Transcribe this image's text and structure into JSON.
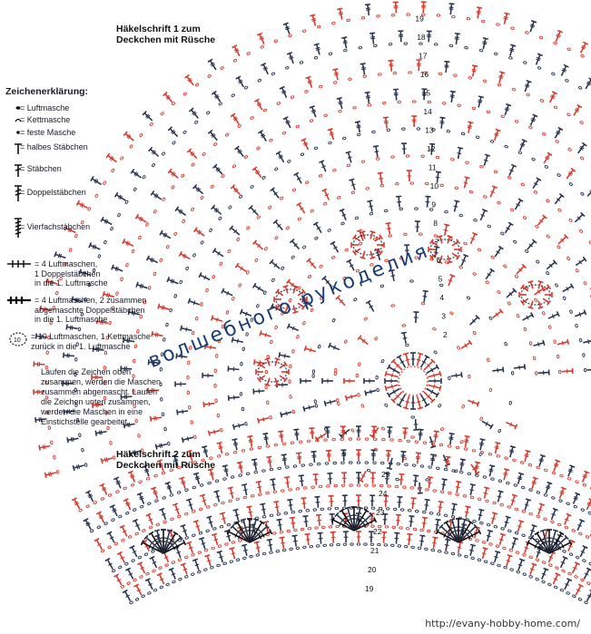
{
  "title_1": "Häkelschrift 1 zum\nDeckchen mit Rüsche",
  "title_2": "Häkelschrift 2 zum\nDeckchen mit Rüsche",
  "legend": {
    "heading": "Zeichenerklärung:",
    "items": [
      {
        "icon": "chain-stitch-icon",
        "label": "= Luftmasche"
      },
      {
        "icon": "slip-stitch-icon",
        "label": "= Kettmasche"
      },
      {
        "icon": "single-crochet-icon",
        "label": "= feste Masche"
      },
      {
        "icon": "half-double-crochet-icon",
        "label": "= halbes Stäbchen"
      },
      {
        "icon": "double-crochet-icon",
        "label": "= Stäbchen"
      },
      {
        "icon": "treble-crochet-icon",
        "label": "= Doppelstäbchen"
      },
      {
        "icon": "quadruple-treble-icon",
        "label": "= Vierfachstäbchen"
      },
      {
        "icon": "picot-treble-icon",
        "label": "= 4 Luftmaschen,\n1 Doppelstäbchen\nin die 1. Luftmasche"
      },
      {
        "icon": "picot-cluster-icon",
        "label": "= 4 Luftmaschen, 2 zusammen\nabgemaschte Doppelstäbchen\nin die 1. Luftmasche"
      },
      {
        "icon": "chain-ring-icon",
        "label": "= 10 Luftmaschen, 1 Kettmasche\nzurück in die 1. Luftmasche",
        "ring_number": "10"
      }
    ]
  },
  "note": "Laufen die Zeichen oben\nzusammen, werden die Maschen\nzusammen abgemascht. Laufen\ndie Zeichen unten zusammen,\nwerden die Maschen in eine\nEinstichstelle gearbeitet.",
  "diagram1_round_numbers": [
    "2",
    "3",
    "4",
    "5",
    "6",
    "7",
    "8",
    "9",
    "10",
    "11",
    "12",
    "13",
    "14",
    "15",
    "16",
    "17",
    "18",
    "19"
  ],
  "diagram2_round_numbers": [
    "19",
    "20",
    "21",
    "22",
    "23",
    "24",
    "25"
  ],
  "watermark": "волшебного рукоделия",
  "source_url": "http://evany-hobby-home.com/",
  "colors": {
    "red": "#d63a2c",
    "dark": "#2a3550",
    "ink": "#111111"
  }
}
